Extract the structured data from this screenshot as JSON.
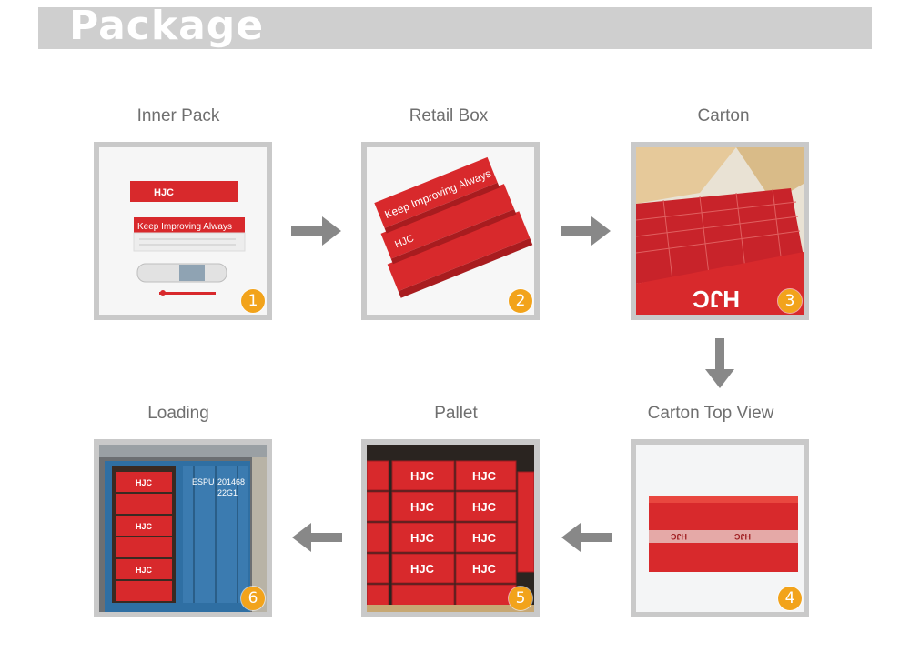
{
  "header": {
    "title": "Package"
  },
  "steps": [
    {
      "label": "Inner Pack",
      "badge": "1"
    },
    {
      "label": "Retail Box",
      "badge": "2"
    },
    {
      "label": "Carton",
      "badge": "3"
    },
    {
      "label": "Carton Top View",
      "badge": "4"
    },
    {
      "label": "Pallet",
      "badge": "5"
    },
    {
      "label": "Loading",
      "badge": "6"
    }
  ],
  "photo_text": {
    "brand": "HJC",
    "slogan": "Keep Improving Always",
    "container_code": "ESPU",
    "container_number": "201468",
    "container_type": "22G1"
  },
  "colors": {
    "header_bg": "#cfcfcf",
    "badge": "#f2a31b",
    "frame": "#c9c9c9",
    "box_red": "#d8292c",
    "arrow": "#888888"
  }
}
